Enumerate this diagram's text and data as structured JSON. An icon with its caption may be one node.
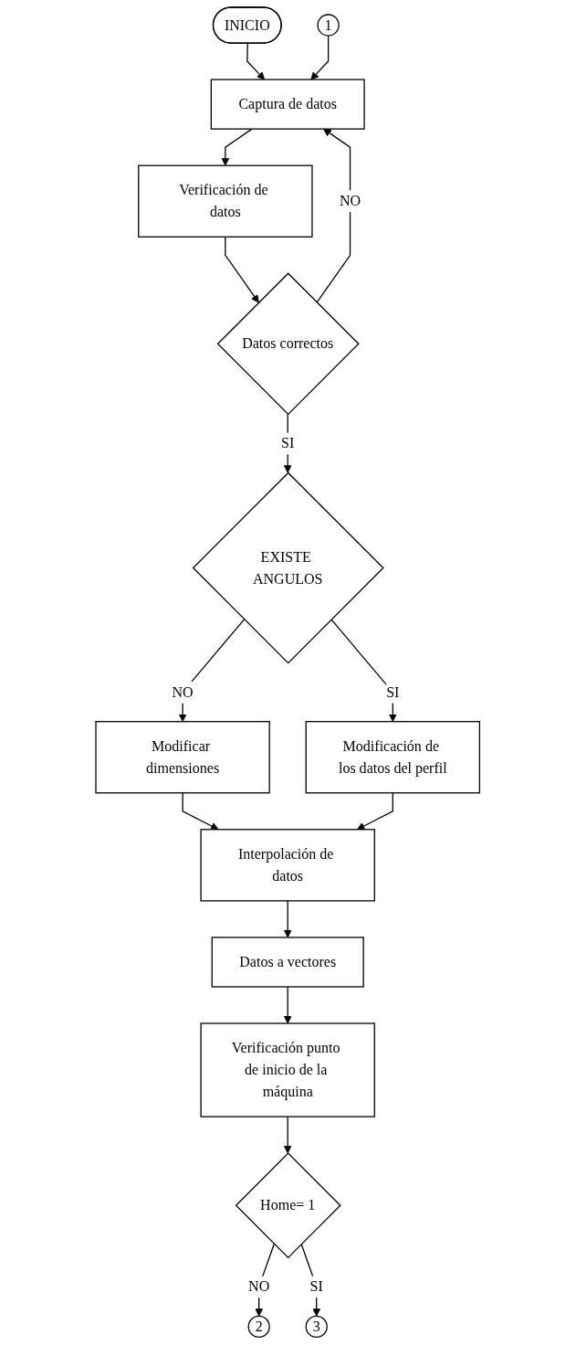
{
  "diagram": {
    "nodes": [
      {
        "text": [
          "INICIO"
        ]
      },
      {
        "text": [
          "1"
        ]
      },
      {
        "text": [
          "Captura de datos"
        ]
      },
      {
        "text": [
          "Verificación de datos"
        ]
      },
      {
        "text": [
          "Datos correctos"
        ]
      },
      {
        "text": [
          "EXISTE ANGULOS"
        ]
      },
      {
        "text": [
          "Modificar dimensiones"
        ]
      },
      {
        "text": [
          "Modificación de los datos del perfil"
        ]
      },
      {
        "text": [
          "Interpolación de datos"
        ]
      },
      {
        "text": [
          "Datos a vectores"
        ]
      },
      {
        "text": [
          "Verificación punto de inicio de la máquina"
        ]
      },
      {
        "text": [
          "Home= 1"
        ]
      },
      {
        "text": [
          "2"
        ]
      },
      {
        "text": [
          "3"
        ]
      }
    ],
    "edges": [
      {
        "from": 0,
        "to": 2,
        "arrow": "to"
      },
      {
        "from": 1,
        "to": 2,
        "arrow": "to"
      },
      {
        "from": 2,
        "to": 3,
        "arrow": "to"
      },
      {
        "from": 3,
        "to": 4,
        "arrow": "to"
      },
      {
        "from": 4,
        "to": 2,
        "arrow": "to",
        "label": "NO"
      },
      {
        "from": 4,
        "to": 5,
        "arrow": "to",
        "label": "SI"
      },
      {
        "from": 5,
        "to": 6,
        "arrow": "to",
        "label": "NO"
      },
      {
        "from": 5,
        "to": 7,
        "arrow": "to",
        "label": "SI"
      },
      {
        "from": 6,
        "to": 8,
        "arrow": "to"
      },
      {
        "from": 7,
        "to": 8,
        "arrow": "to"
      },
      {
        "from": 8,
        "to": 9,
        "arrow": "to"
      },
      {
        "from": 9,
        "to": 10,
        "arrow": "to"
      },
      {
        "from": 10,
        "to": 11,
        "arrow": "to"
      },
      {
        "from": 11,
        "to": 12,
        "arrow": "to",
        "label": "NO"
      },
      {
        "from": 11,
        "to": 13,
        "arrow": "to",
        "label": "SI"
      }
    ]
  }
}
